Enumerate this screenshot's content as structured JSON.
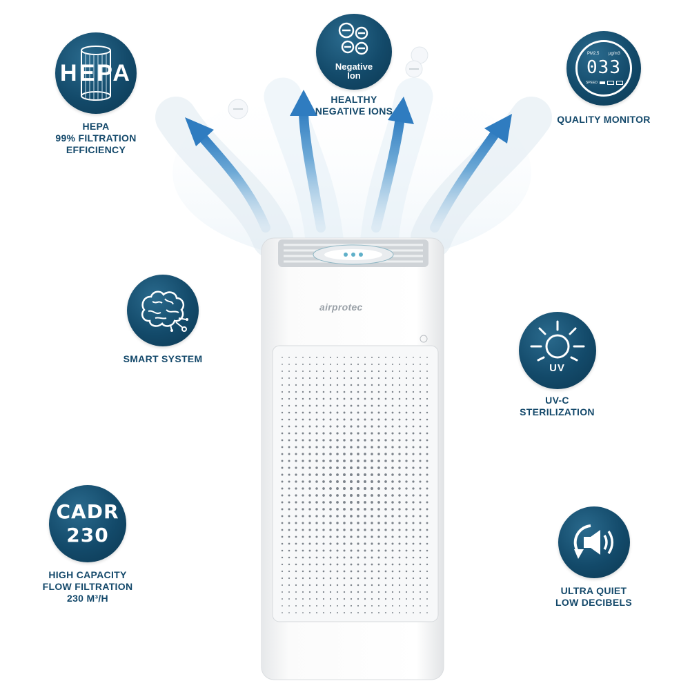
{
  "product": {
    "brand": "airprotec"
  },
  "features": [
    {
      "id": "hepa",
      "icon": "hepa-filter-icon",
      "badge_text": "HEPA",
      "lines": [
        "HEPA",
        "99% FILTRATION",
        "EFFICIENCY"
      ]
    },
    {
      "id": "negative-ion",
      "icon": "negative-ion-icon",
      "badge_text": "Negative Ion",
      "badge_line1": "Negative",
      "badge_line2": "Ion",
      "lines": [
        "HEALTHY",
        "NEGATIVE IONS"
      ]
    },
    {
      "id": "quality-monitor",
      "icon": "air-quality-display-icon",
      "display": {
        "pm_label": "PM2.5",
        "unit": "μg/m3",
        "value": "033",
        "speed_label": "SPEED"
      },
      "lines": [
        "QUALITY MONITOR"
      ]
    },
    {
      "id": "smart-system",
      "icon": "brain-circuit-icon",
      "lines": [
        "SMART SYSTEM"
      ]
    },
    {
      "id": "uv-c",
      "icon": "uv-sun-icon",
      "badge_text": "UV",
      "lines": [
        "UV-C",
        "STERILIZATION"
      ]
    },
    {
      "id": "cadr",
      "icon": "cadr-icon",
      "badge_line1": "CADR",
      "badge_line2": "230",
      "lines": [
        "HIGH CAPACITY",
        "FLOW FILTRATION",
        "230 m³/h"
      ]
    },
    {
      "id": "ultra-quiet",
      "icon": "low-volume-speaker-icon",
      "lines": [
        "ULTRA QUIET",
        "LOW DECIBELS"
      ]
    }
  ],
  "colors": {
    "badge": "#134a6a",
    "label": "#13486a",
    "airflow": "#4a90c8"
  }
}
